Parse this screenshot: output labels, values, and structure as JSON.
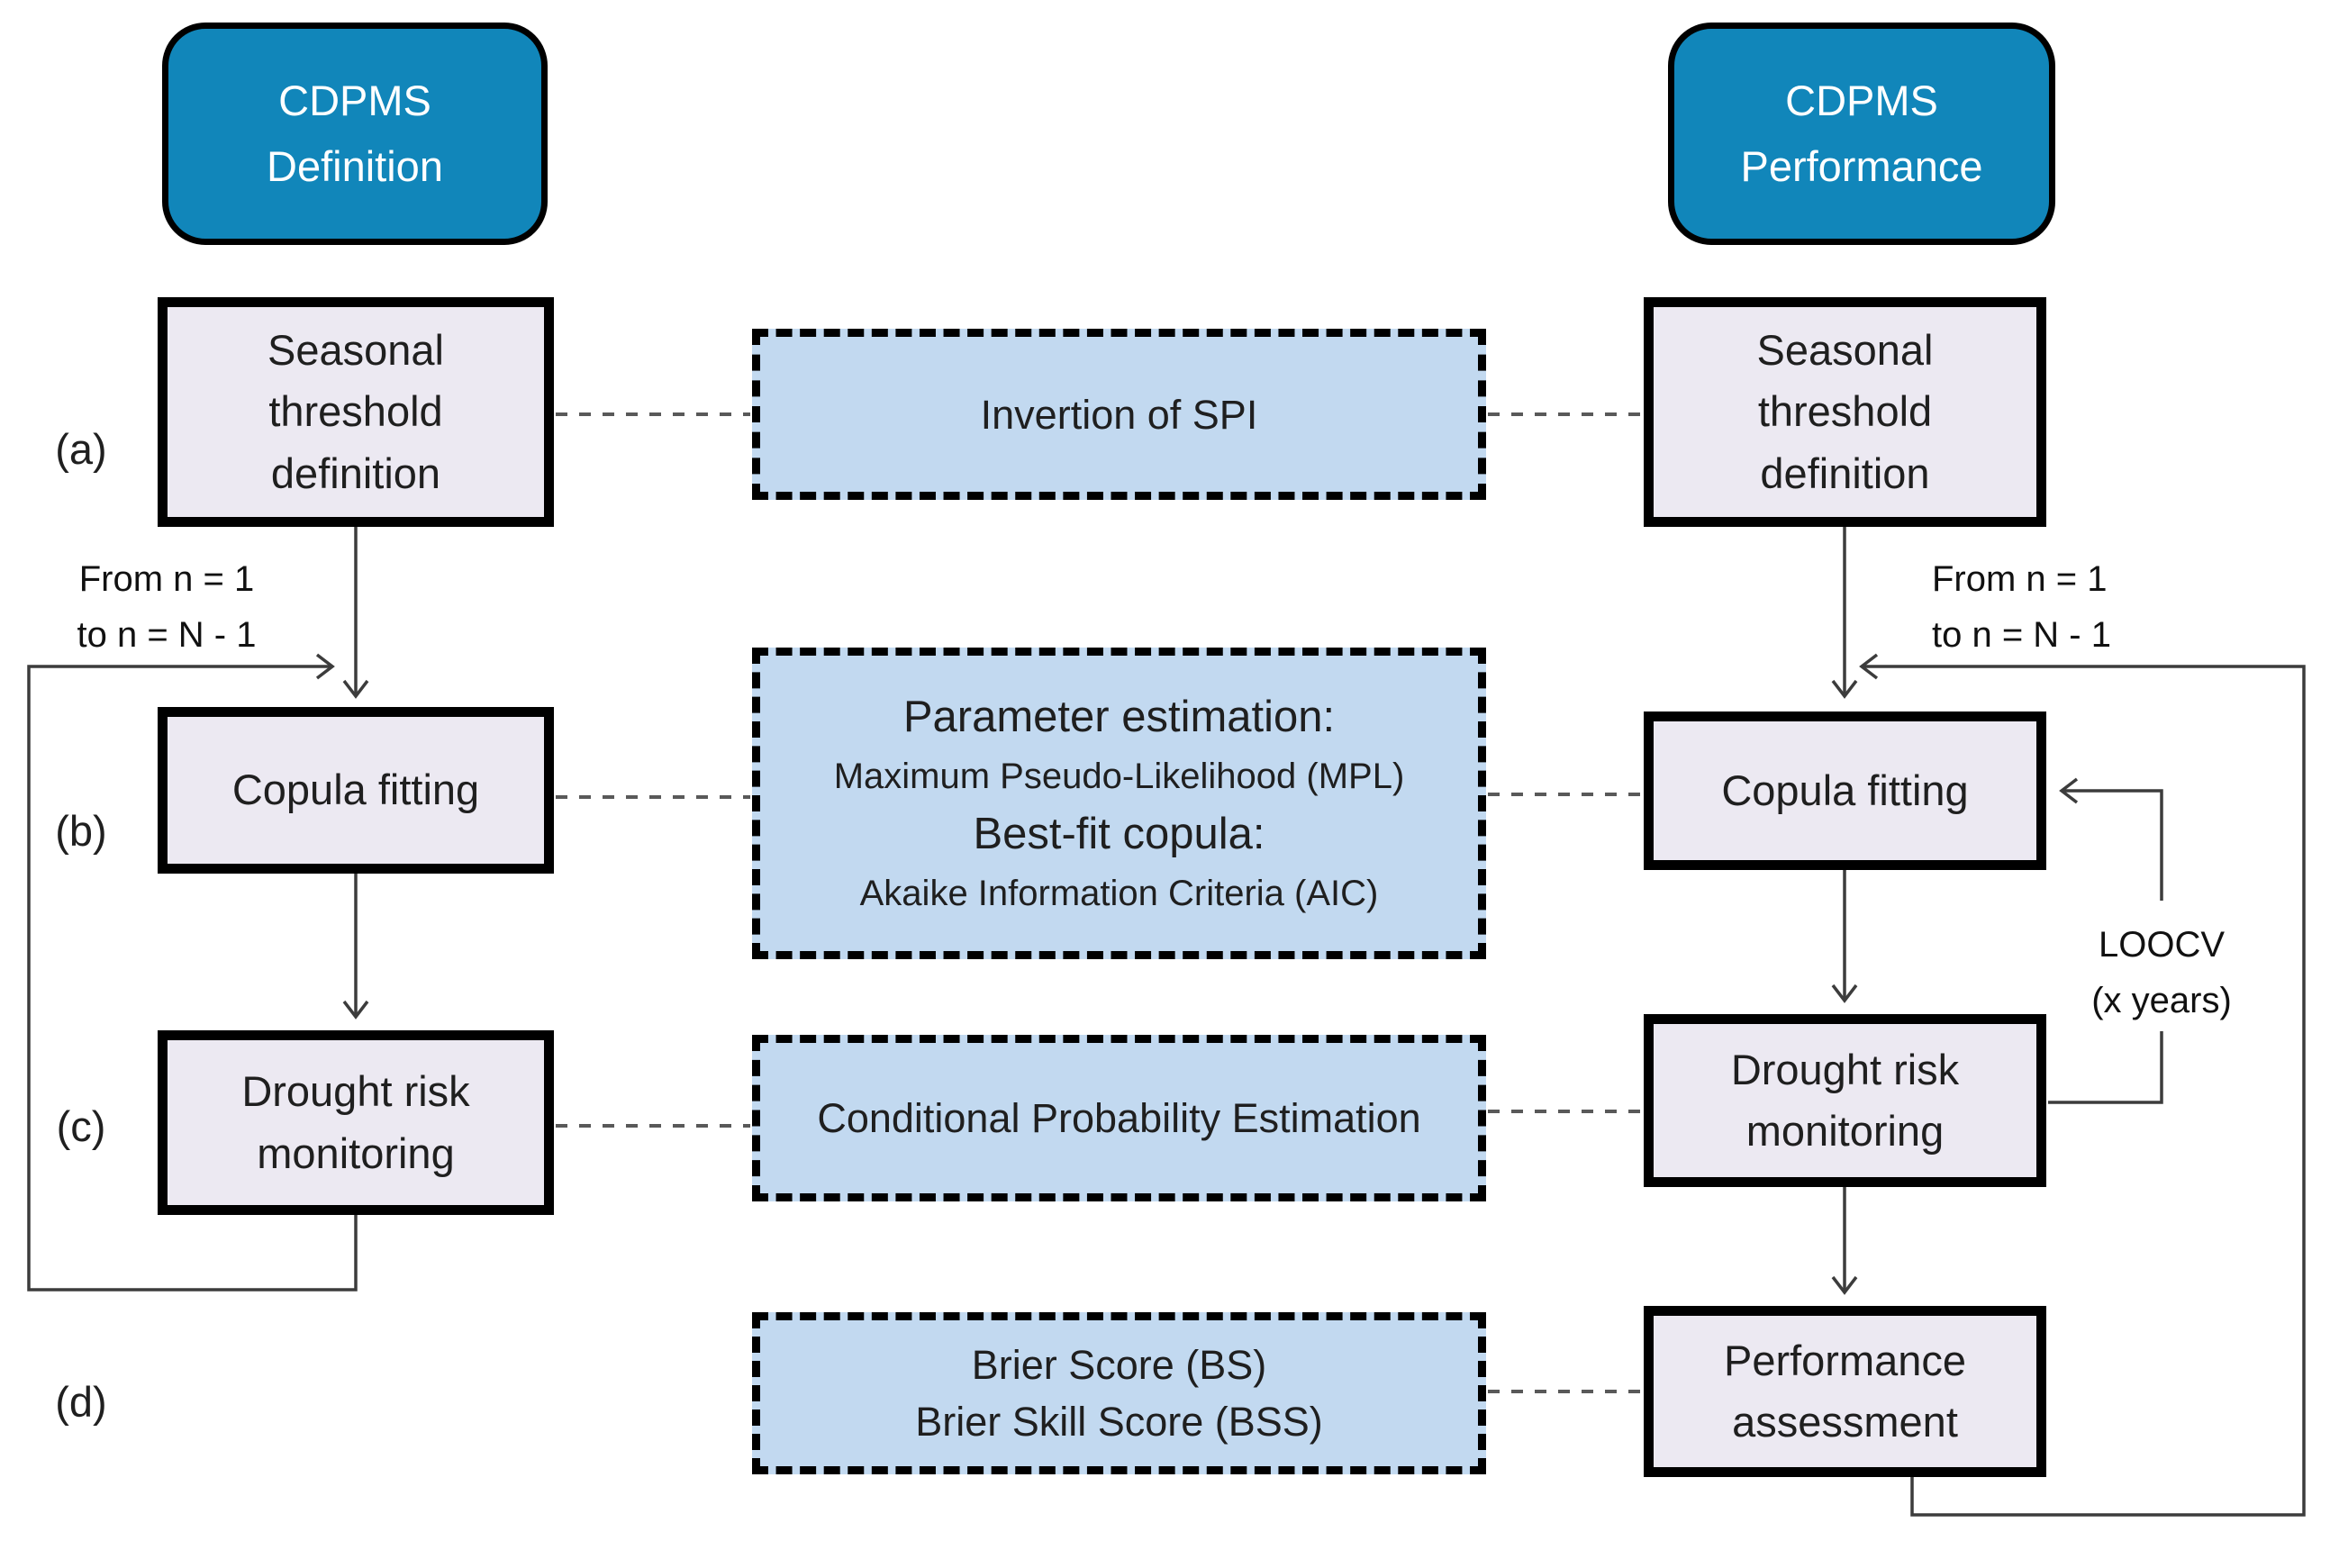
{
  "colors": {
    "accent_blue": "#1186ba",
    "step_fill": "#ece9f2",
    "method_fill": "#c2d9f0",
    "border": "#000000",
    "connector": "#3c3c3c",
    "dotted": "#595959",
    "step_text": "#1f1f1f",
    "header_text": "#ffffff"
  },
  "headers": {
    "definition": "CDPMS Definition",
    "performance": "CDPMS Performance"
  },
  "row_labels": [
    "(a)",
    "(b)",
    "(c)",
    "(d)"
  ],
  "definition_steps": {
    "a": "Seasonal threshold definition",
    "b": "Copula fitting",
    "c": "Drought risk monitoring"
  },
  "performance_steps": {
    "a": "Seasonal threshold definition",
    "b": "Copula fitting",
    "c": "Drought risk monitoring",
    "d": "Performance assessment"
  },
  "methods": {
    "a": {
      "line1": "Invertion of SPI"
    },
    "b": {
      "line1": "Parameter estimation:",
      "line2": "Maximum Pseudo-Likelihood (MPL)",
      "line3": "Best-fit copula:",
      "line4": "Akaike Information Criteria (AIC)"
    },
    "c": {
      "line1": "Conditional Probability Estimation"
    },
    "d": {
      "line1": "Brier Score (BS)",
      "line2": "Brier Skill Score (BSS)"
    }
  },
  "annotations": {
    "loop_left_line1": "From n = 1",
    "loop_left_line2": "to n = N - 1",
    "loop_right_line1": "From n = 1",
    "loop_right_line2": "to n = N - 1",
    "loocv_line1": "LOOCV",
    "loocv_line2": "(x years)"
  }
}
